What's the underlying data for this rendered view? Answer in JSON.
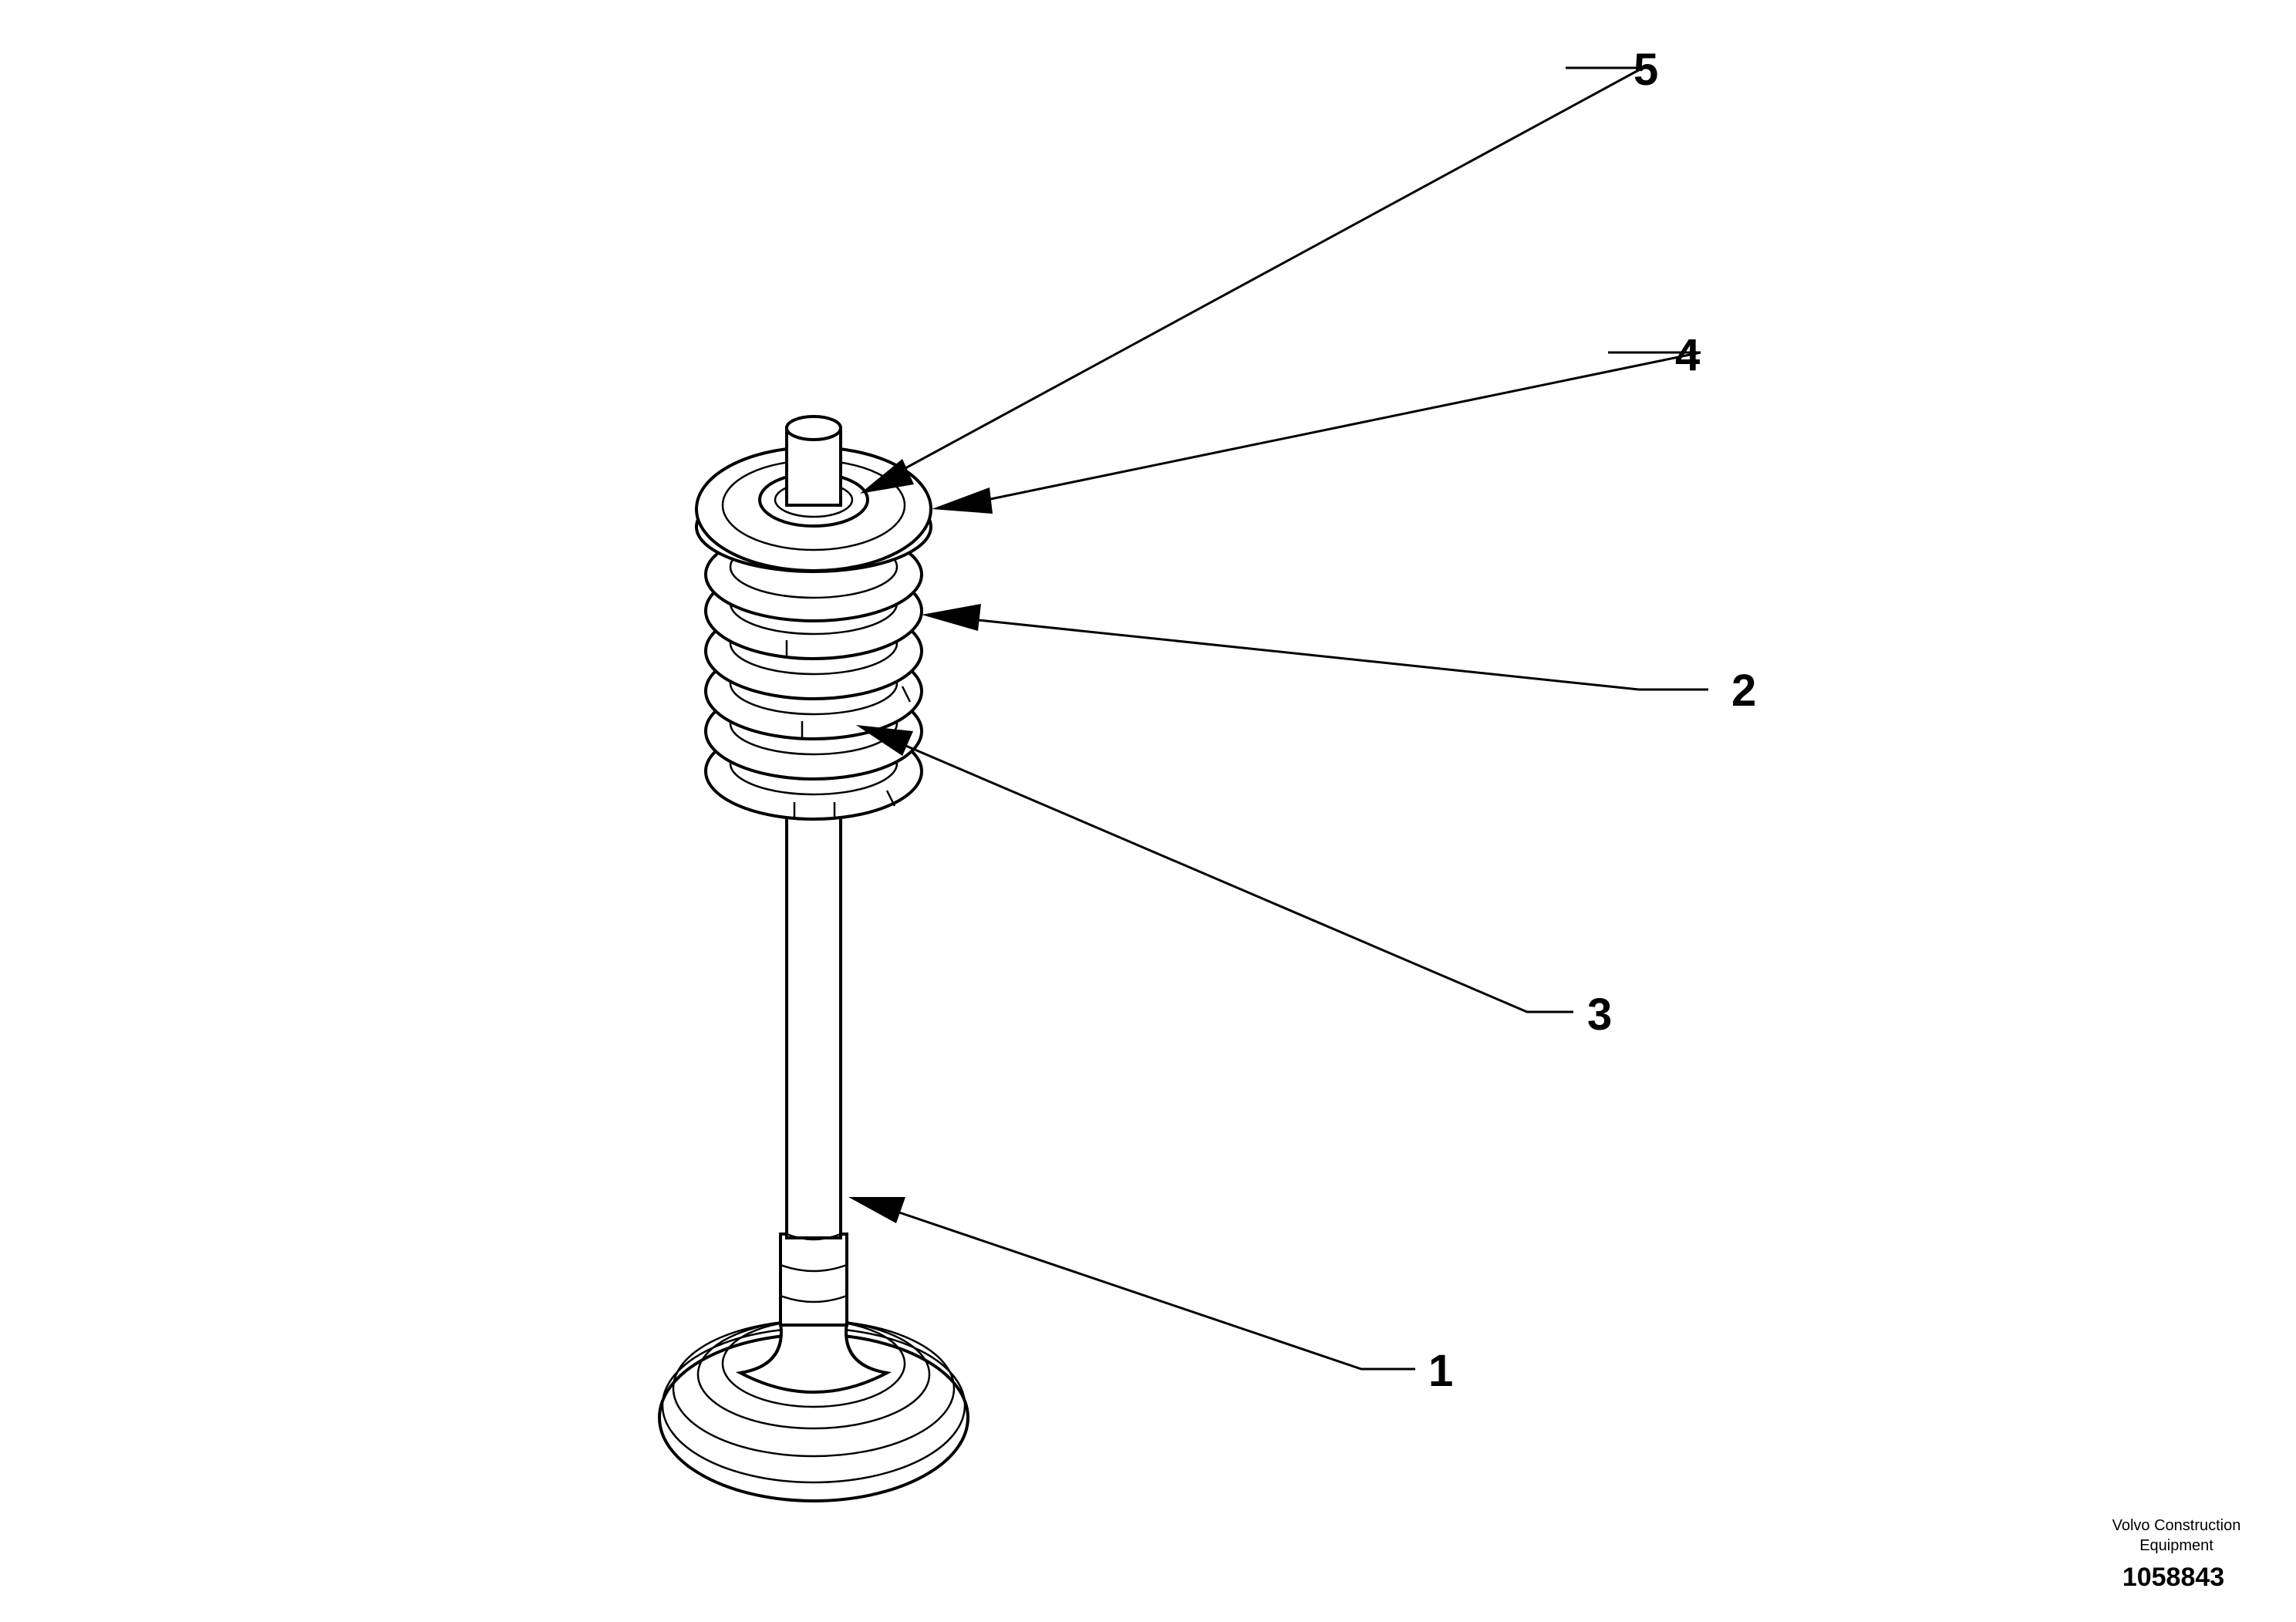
{
  "callouts": [
    {
      "label": "1"
    },
    {
      "label": "2"
    },
    {
      "label": "3"
    },
    {
      "label": "4"
    },
    {
      "label": "5"
    }
  ],
  "credit": {
    "line1": "Volvo Construction",
    "line2": "Equipment",
    "reference_number": "1058843"
  }
}
